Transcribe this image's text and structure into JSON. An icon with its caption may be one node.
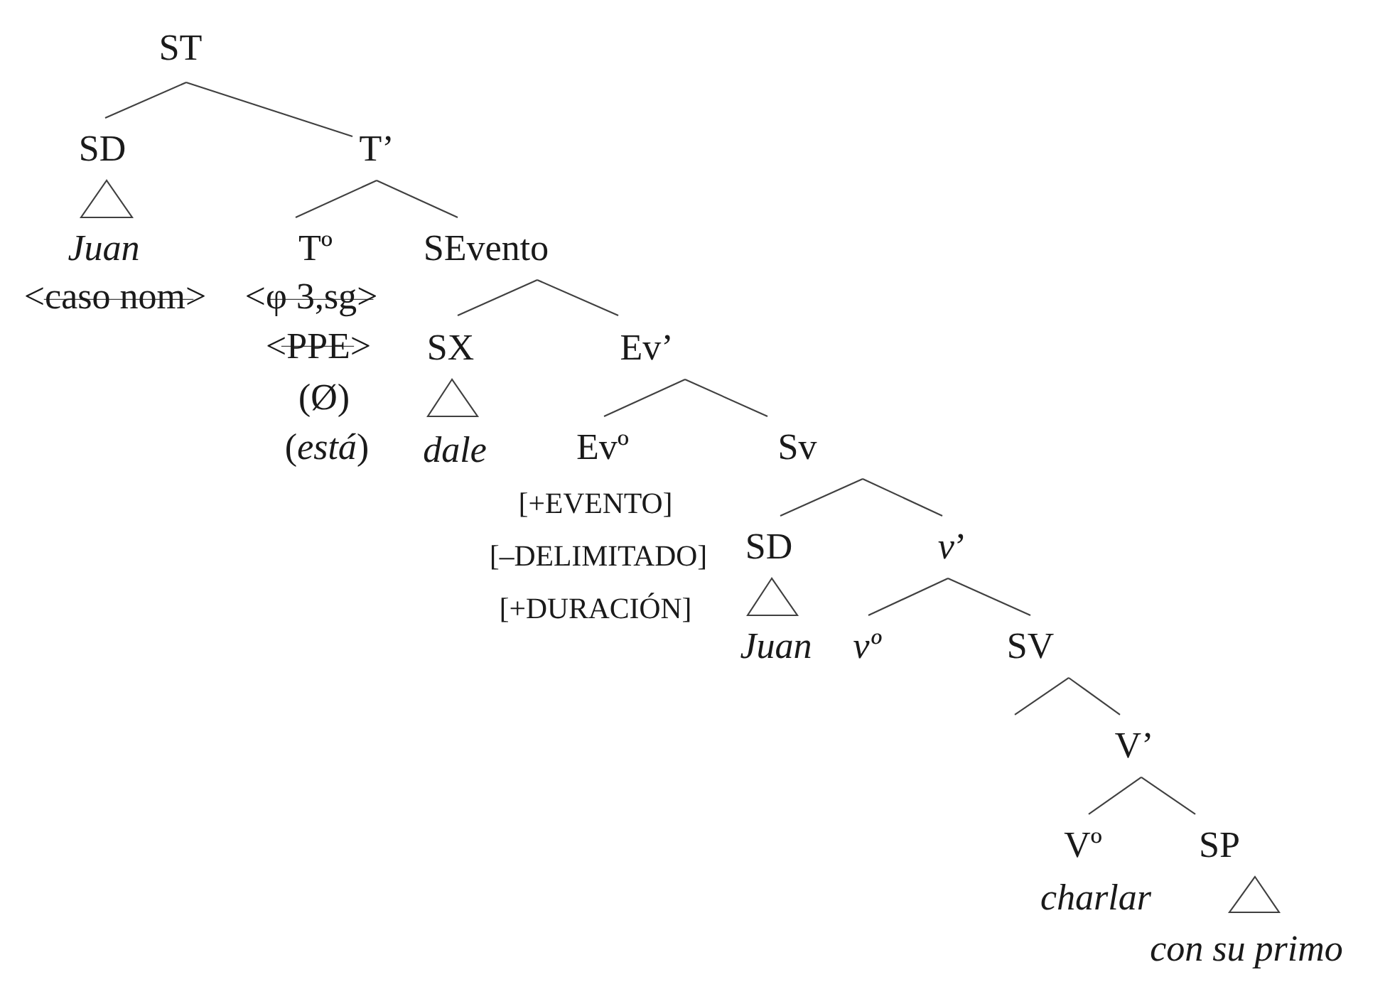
{
  "diagram": {
    "nodes": [
      {
        "text": [
          "ST"
        ]
      },
      {
        "text": [
          "SD",
          "Juan",
          "<caso nom>"
        ]
      },
      {
        "text": [
          "T’"
        ]
      },
      {
        "text": [
          "Tº",
          "<φ 3,sg>",
          "<PPE>",
          "(Ø)",
          "(*está*)"
        ]
      },
      {
        "text": [
          "SEvento"
        ]
      },
      {
        "text": [
          "SX",
          "dale"
        ]
      },
      {
        "text": [
          "Ev’"
        ]
      },
      {
        "text": [
          "Evº",
          "[+EVENTO]",
          "[–DELIMITADO]",
          "[+DURACIÓN]"
        ]
      },
      {
        "text": [
          "Sv"
        ]
      },
      {
        "text": [
          "SD",
          "Juan"
        ]
      },
      {
        "text": [
          "*v*’"
        ]
      },
      {
        "text": [
          "vº"
        ]
      },
      {
        "text": [
          "SV"
        ]
      },
      {
        "text": [
          "V’"
        ]
      },
      {
        "text": [
          "Vº",
          "charlar"
        ]
      },
      {
        "text": [
          "SP",
          "con su primo"
        ]
      }
    ],
    "edges": [
      {
        "from": 0,
        "to": 1,
        "arrow": "none"
      },
      {
        "from": 0,
        "to": 2,
        "arrow": "none"
      },
      {
        "from": 2,
        "to": 3,
        "arrow": "none"
      },
      {
        "from": 2,
        "to": 4,
        "arrow": "none"
      },
      {
        "from": 4,
        "to": 5,
        "arrow": "none"
      },
      {
        "from": 4,
        "to": 6,
        "arrow": "none"
      },
      {
        "from": 6,
        "to": 7,
        "arrow": "none"
      },
      {
        "from": 6,
        "to": 8,
        "arrow": "none"
      },
      {
        "from": 8,
        "to": 9,
        "arrow": "none"
      },
      {
        "from": 8,
        "to": 10,
        "arrow": "none"
      },
      {
        "from": 10,
        "to": 11,
        "arrow": "none"
      },
      {
        "from": 10,
        "to": 12,
        "arrow": "none"
      },
      {
        "from": 12,
        "to": null,
        "arrow": "none"
      },
      {
        "from": 12,
        "to": 13,
        "arrow": "none"
      },
      {
        "from": 13,
        "to": 14,
        "arrow": "none"
      },
      {
        "from": 13,
        "to": 15,
        "arrow": "none"
      }
    ]
  }
}
